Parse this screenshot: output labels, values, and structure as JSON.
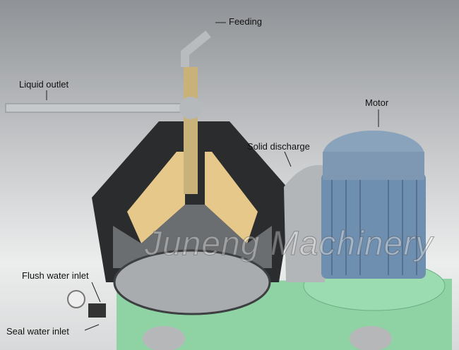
{
  "labels": {
    "feeding": "Feeding",
    "liquid_outlet": "Liquid outlet",
    "motor": "Motor",
    "solid_discharge": "Solid discharge",
    "flush_water_inlet": "Flush water inlet",
    "seal_water_inlet": "Seal water inlet"
  },
  "watermark": "Juneng Machinery",
  "colors": {
    "base": "#8fd3a4",
    "motor": "#6f8fb0",
    "discs": "#e6c88a",
    "casing": "#2a2c2e"
  }
}
